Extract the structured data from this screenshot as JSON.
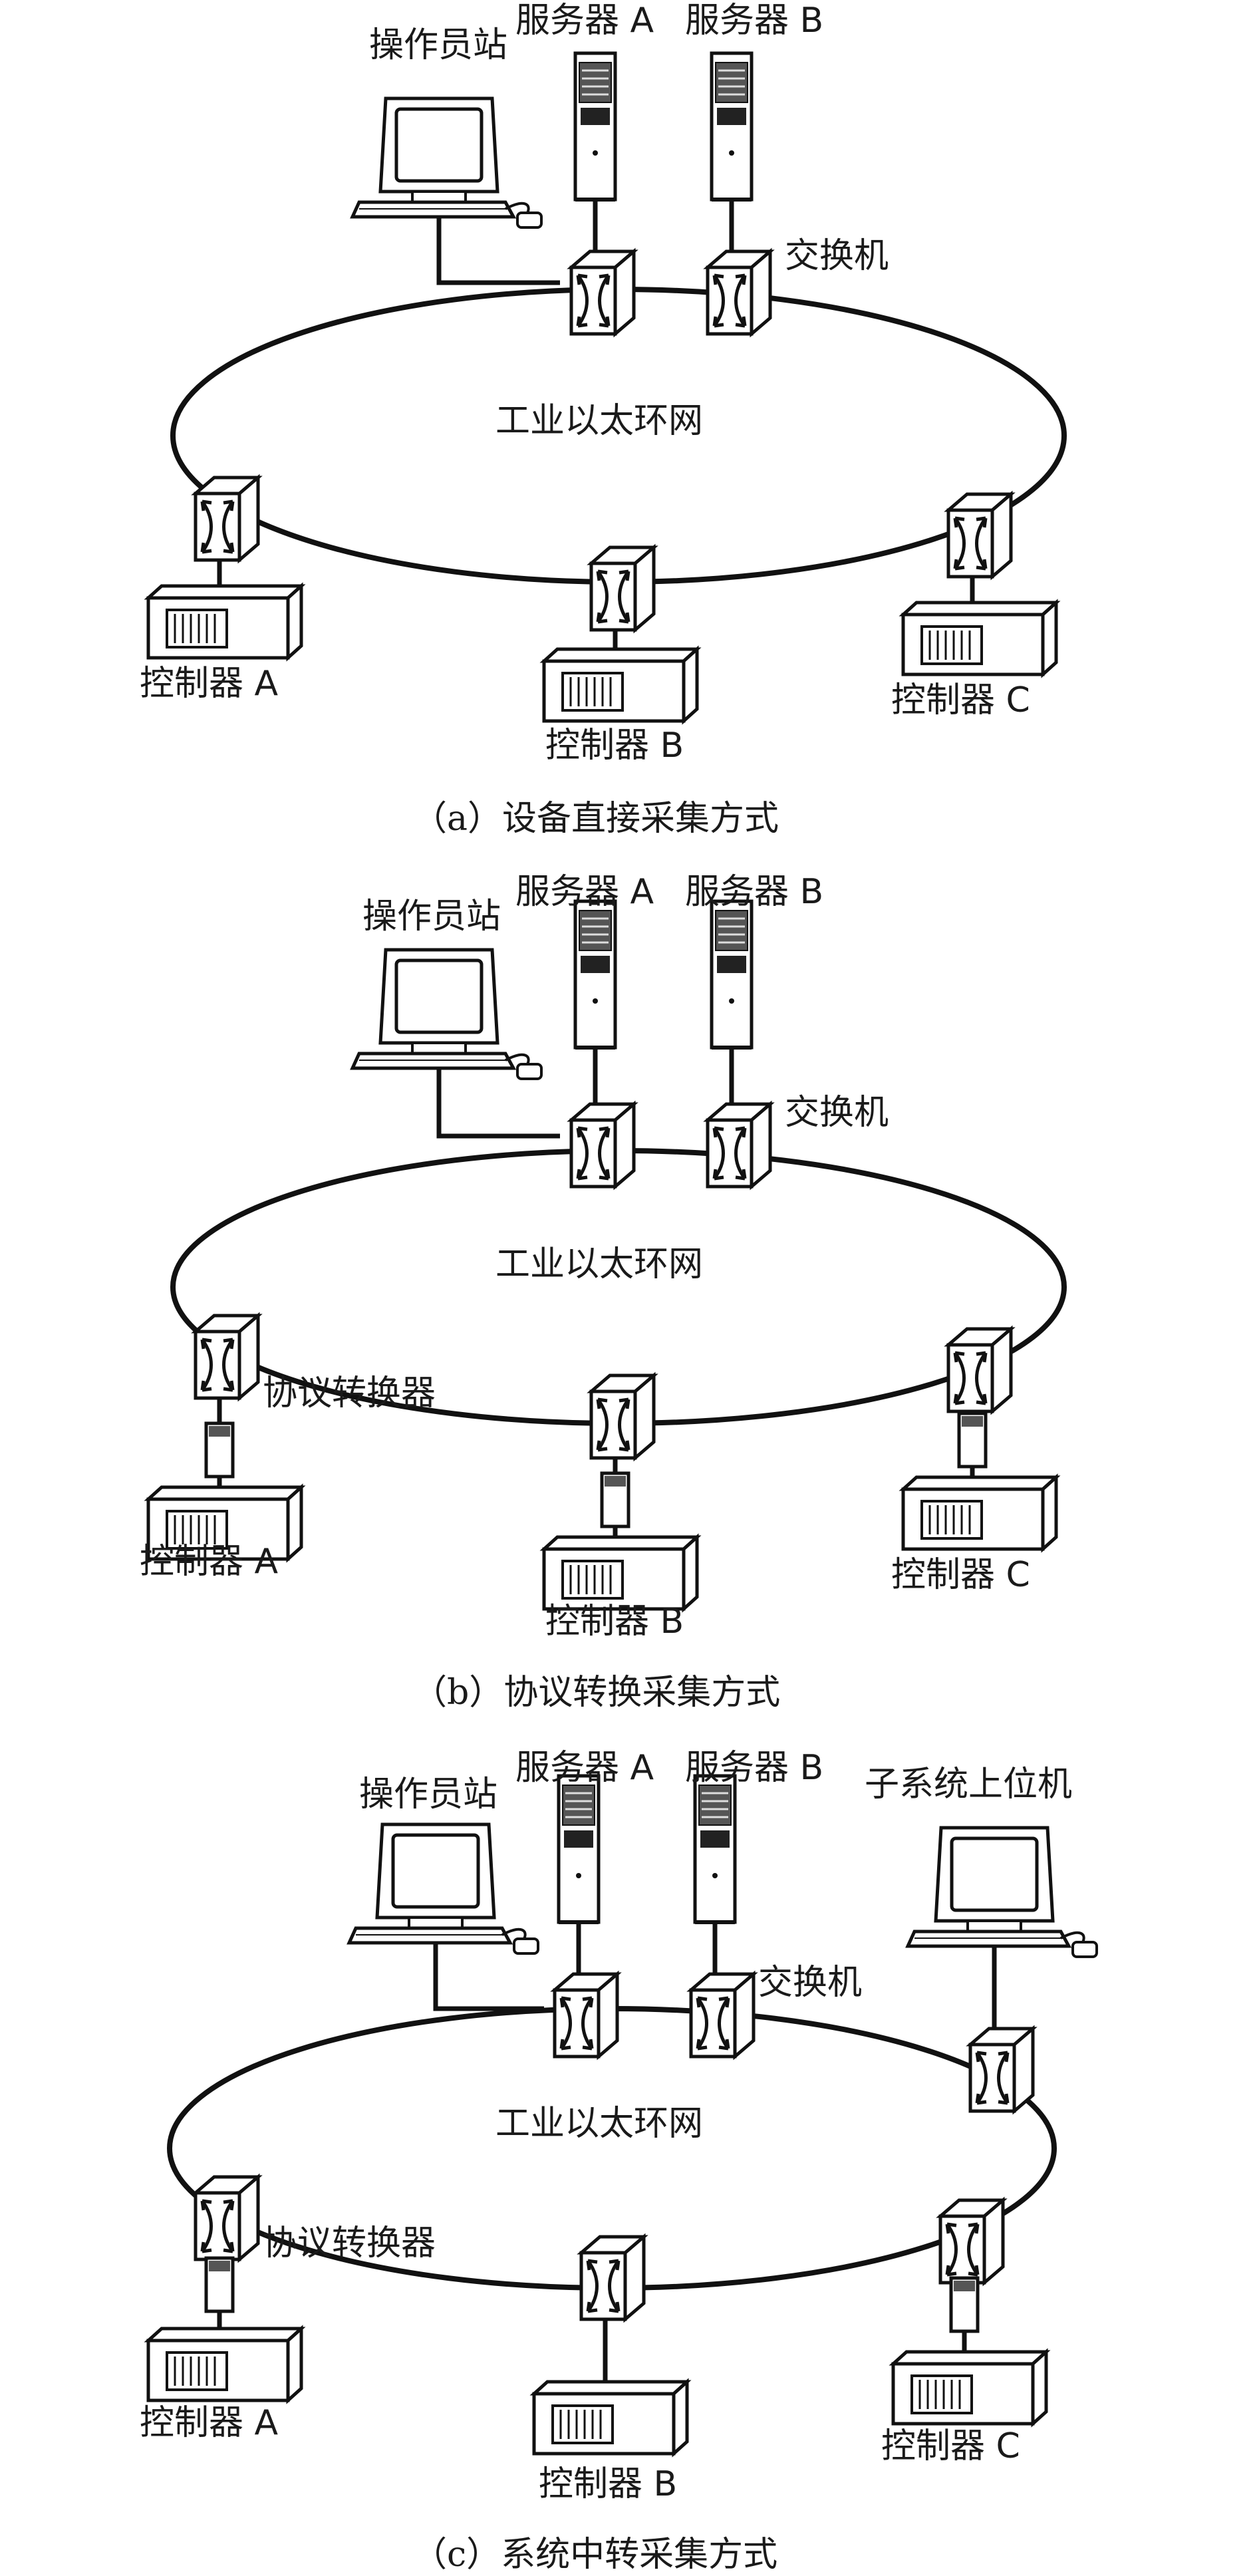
{
  "panels": [
    {
      "id": "a",
      "caption": "（a）设备直接采集方式",
      "ring_label": "工业以太环网",
      "operator_label": "操作员站",
      "server_a_label": "服务器 A",
      "server_b_label": "服务器 B",
      "switch_label": "交换机",
      "controller_a_label": "控制器 A",
      "controller_b_label": "控制器 B",
      "controller_c_label": "控制器 C"
    },
    {
      "id": "b",
      "caption": "（b）协议转换采集方式",
      "ring_label": "工业以太环网",
      "operator_label": "操作员站",
      "server_a_label": "服务器 A",
      "server_b_label": "服务器 B",
      "switch_label": "交换机",
      "converter_label": "协议转换器",
      "controller_a_label": "控制器 A",
      "controller_b_label": "控制器 B",
      "controller_c_label": "控制器 C"
    },
    {
      "id": "c",
      "caption": "（c）系统中转采集方式",
      "ring_label": "工业以太环网",
      "operator_label": "操作员站",
      "server_a_label": "服务器 A",
      "server_b_label": "服务器 B",
      "switch_label": "交换机",
      "subsystem_label": "子系统上位机",
      "converter_label": "协议转换器",
      "controller_a_label": "控制器 A",
      "controller_b_label": "控制器 B",
      "controller_c_label": "控制器 C"
    }
  ]
}
